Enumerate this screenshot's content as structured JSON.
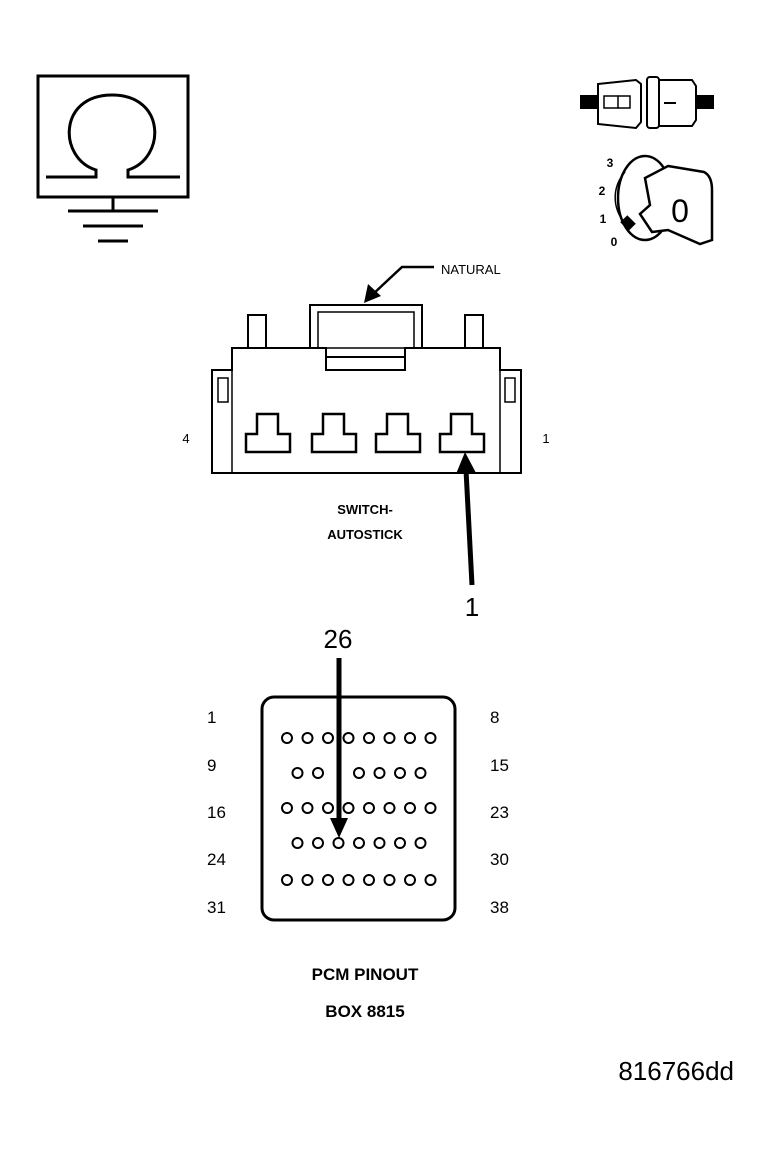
{
  "ohmmeter_symbol": {
    "icon": "ohm-icon"
  },
  "ignition": {
    "icon": "ignition-key-icon",
    "positions": [
      "3",
      "2",
      "1",
      "0"
    ],
    "key_label": "0"
  },
  "switch_connector": {
    "color_label": "NATURAL",
    "left_pin_label": "4",
    "right_pin_label": "1",
    "name_line1": "SWITCH-",
    "name_line2": "AUTOSTICK",
    "probe_label": "1"
  },
  "pcm_connector": {
    "probe_label": "26",
    "left_row_labels": [
      "1",
      "9",
      "16",
      "24",
      "31"
    ],
    "right_row_labels": [
      "8",
      "15",
      "23",
      "30",
      "38"
    ],
    "rows": [
      {
        "pin_count": 8,
        "hidden_index": -1
      },
      {
        "pin_count": 7,
        "hidden_index": 2
      },
      {
        "pin_count": 8,
        "hidden_index": -1
      },
      {
        "pin_count": 7,
        "hidden_index": -1
      },
      {
        "pin_count": 8,
        "hidden_index": -1
      }
    ],
    "title_line1": "PCM PINOUT",
    "title_line2": "BOX 8815"
  },
  "figure_id": "816766dd"
}
